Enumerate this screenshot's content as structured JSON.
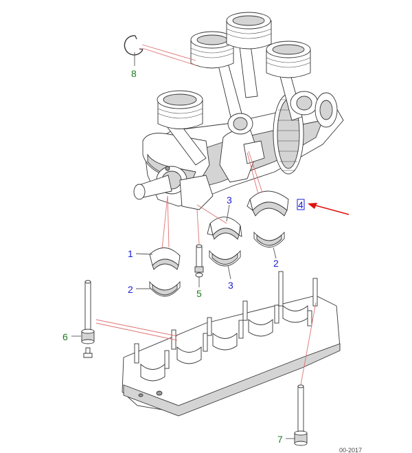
{
  "callouts": {
    "c1": "1",
    "c2_left": "2",
    "c2_right": "2",
    "c3_upper": "3",
    "c3_lower": "3",
    "c4": "4",
    "c5": "5",
    "c6": "6",
    "c7": "7",
    "c8": "8"
  },
  "footer_code": "00-2017",
  "colors": {
    "callout_blue": "#1a1ad6",
    "callout_green": "#1f7a1f",
    "leader_line": "#e07070",
    "highlight_arrow": "#e01010",
    "highlight_box": "#1a1ad6"
  }
}
